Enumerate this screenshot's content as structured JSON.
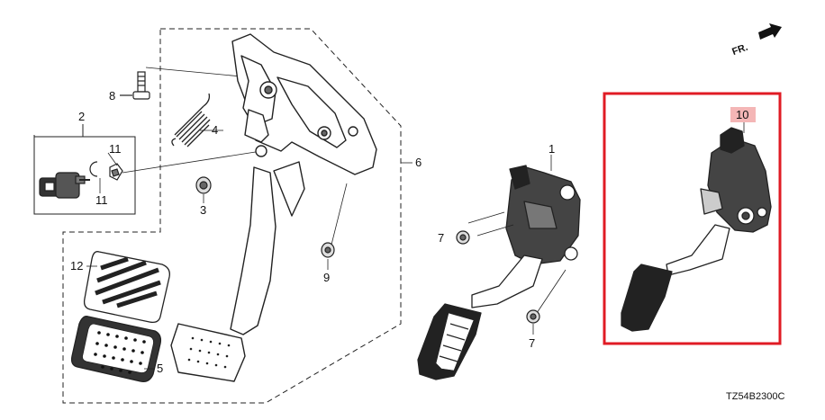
{
  "diagram": {
    "callouts": [
      "1",
      "2",
      "3",
      "4",
      "5",
      "6",
      "7",
      "7",
      "8",
      "9",
      "10",
      "11",
      "11",
      "12"
    ],
    "direction_label": "FR.",
    "drawing_code": "TZ54B2300C",
    "highlight_color": "#e01b24",
    "callout_highlight_bg": "#f4b6b6"
  }
}
